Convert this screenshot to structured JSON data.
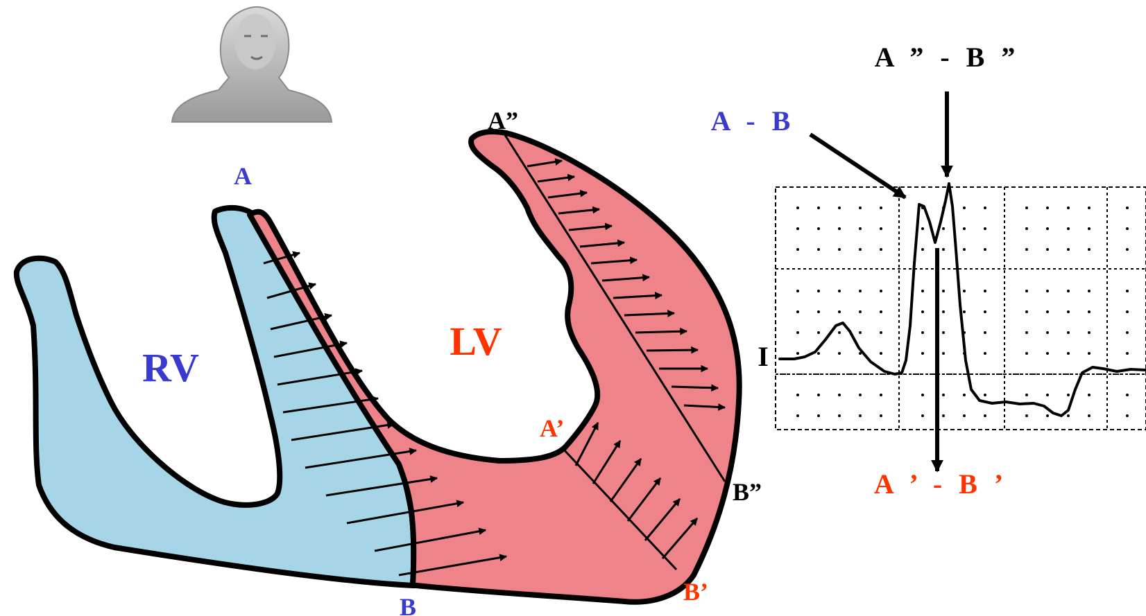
{
  "colors": {
    "rv_fill": "#a7d5e8",
    "lv_fill": "#ee8389",
    "outline": "#000000",
    "label_blue": "#3a3ad0",
    "label_red": "#ff3300",
    "label_black": "#000000",
    "grid": "#000000"
  },
  "icons": {
    "person": "human-torso-icon"
  },
  "heart": {
    "rv_label": "RV",
    "lv_label": "LV",
    "points": {
      "a": "A",
      "b": "B",
      "a_prime": "A’",
      "b_prime": "B’",
      "a_double": "A”",
      "b_double": "B”"
    }
  },
  "ecg": {
    "lead_label": "I",
    "top_label": "A ” - B ”",
    "ab_label": "A - B",
    "bottom_label": "A ’ - B ’"
  }
}
